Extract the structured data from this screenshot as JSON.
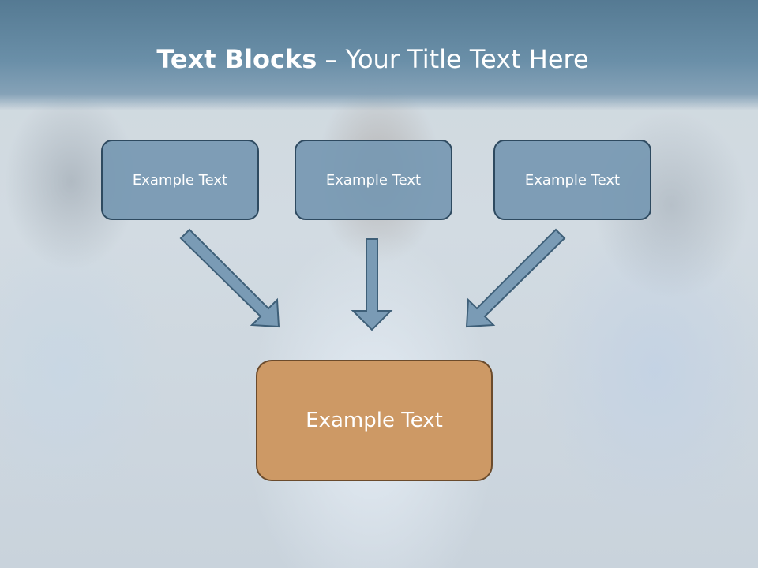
{
  "slide": {
    "title_bold": "Text Blocks",
    "title_rest": " – Your Title Text Here"
  },
  "diagram": {
    "top_blocks": [
      {
        "label": "Example Text"
      },
      {
        "label": "Example Text"
      },
      {
        "label": "Example Text"
      }
    ],
    "result_block": {
      "label": "Example Text"
    }
  },
  "colors": {
    "header": "#5f86a0",
    "top_block_fill": "#7698b2",
    "top_block_border": "#2e4a60",
    "result_block_fill": "#cd9965",
    "result_block_border": "#6b4b2c",
    "arrow_fill": "#7a9bb5"
  },
  "icons": {
    "arrow": "arrow-icon"
  }
}
